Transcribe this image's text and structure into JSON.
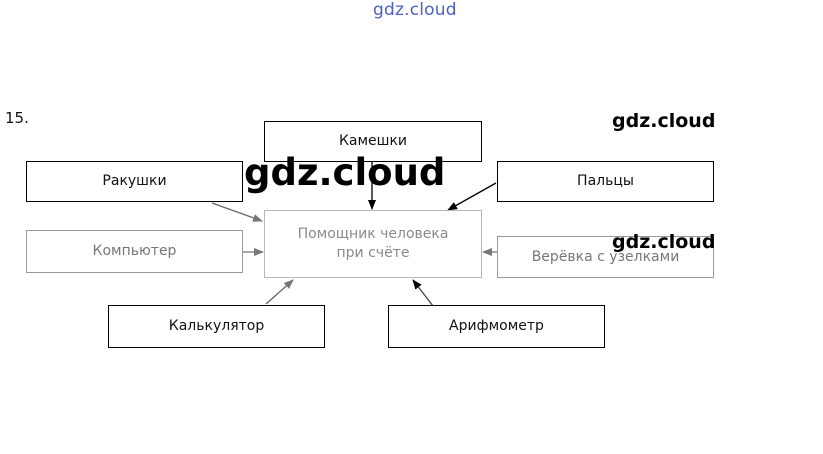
{
  "watermark": {
    "top": "gdz.cloud",
    "large": "gdz.cloud",
    "right_1": "gdz.cloud",
    "right_2": "gdz.cloud"
  },
  "task_number": "15.",
  "diagram": {
    "center": {
      "line1": "Помощник человека",
      "line2": "при счёте"
    },
    "nodes": {
      "kameshki": "Камешки",
      "rakushki": "Ракушки",
      "paltsy": "Пальцы",
      "kompyuter": "Компьютер",
      "verevka": "Верёвка с узелками",
      "kalkulyator": "Калькулятор",
      "arifmometr": "Арифмометр"
    }
  }
}
